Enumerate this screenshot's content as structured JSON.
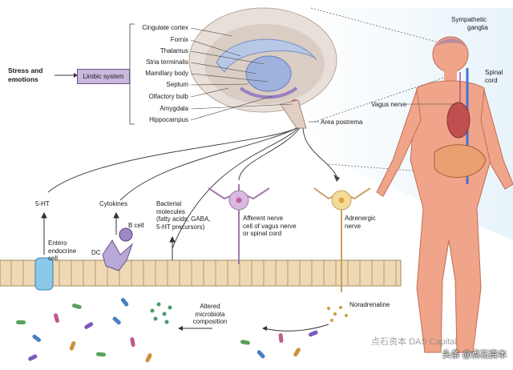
{
  "stress_label_1": "Stress and",
  "stress_label_2": "emotions",
  "limbic_system": "Limbic system",
  "brain_regions": [
    "Cingulate cortex",
    "Fornix",
    "Thalamus",
    "Stria terminalis",
    "Mamillary body",
    "Septum",
    "Olfactory bulb",
    "Amygdala",
    "Hippocampus"
  ],
  "area_postrema": "Area postrema",
  "sympathetic_ganglia_1": "Sympathetic",
  "sympathetic_ganglia_2": "ganglia",
  "spinal_cord_1": "Spinal",
  "spinal_cord_2": "cord",
  "vagus_nerve": "Vagus nerve",
  "five_ht": "5-HT",
  "entero_1": "Entero",
  "entero_2": "endocrine",
  "entero_3": "cell",
  "cytokines": "Cytokines",
  "b_cell": "B cell",
  "dc": "DC",
  "bacterial_1": "Bacterial",
  "bacterial_2": "molecules",
  "bacterial_3": "(fatty acids, GABA,",
  "bacterial_4": "5-HT precursors)",
  "afferent_1": "Afferent nerve",
  "afferent_2": "cell of vagus nerve",
  "afferent_3": "or spinal cord",
  "adrenergic_1": "Adrenergic",
  "adrenergic_2": "nerve",
  "noradrenaline": "Noradrenaline",
  "altered_1": "Altered",
  "altered_2": "microbiota",
  "altered_3": "composition",
  "watermark_1": "点石资本 DAS Capital",
  "watermark_2": "头条 @点石资本",
  "colors": {
    "limbic": "#c9b8dc",
    "epithelium": "#efd9b4",
    "brain": "#e8dfd8",
    "body": "#f0a58a",
    "nerve_purple": "#d9b9e0",
    "nerve_yellow": "#f2dc9a"
  }
}
